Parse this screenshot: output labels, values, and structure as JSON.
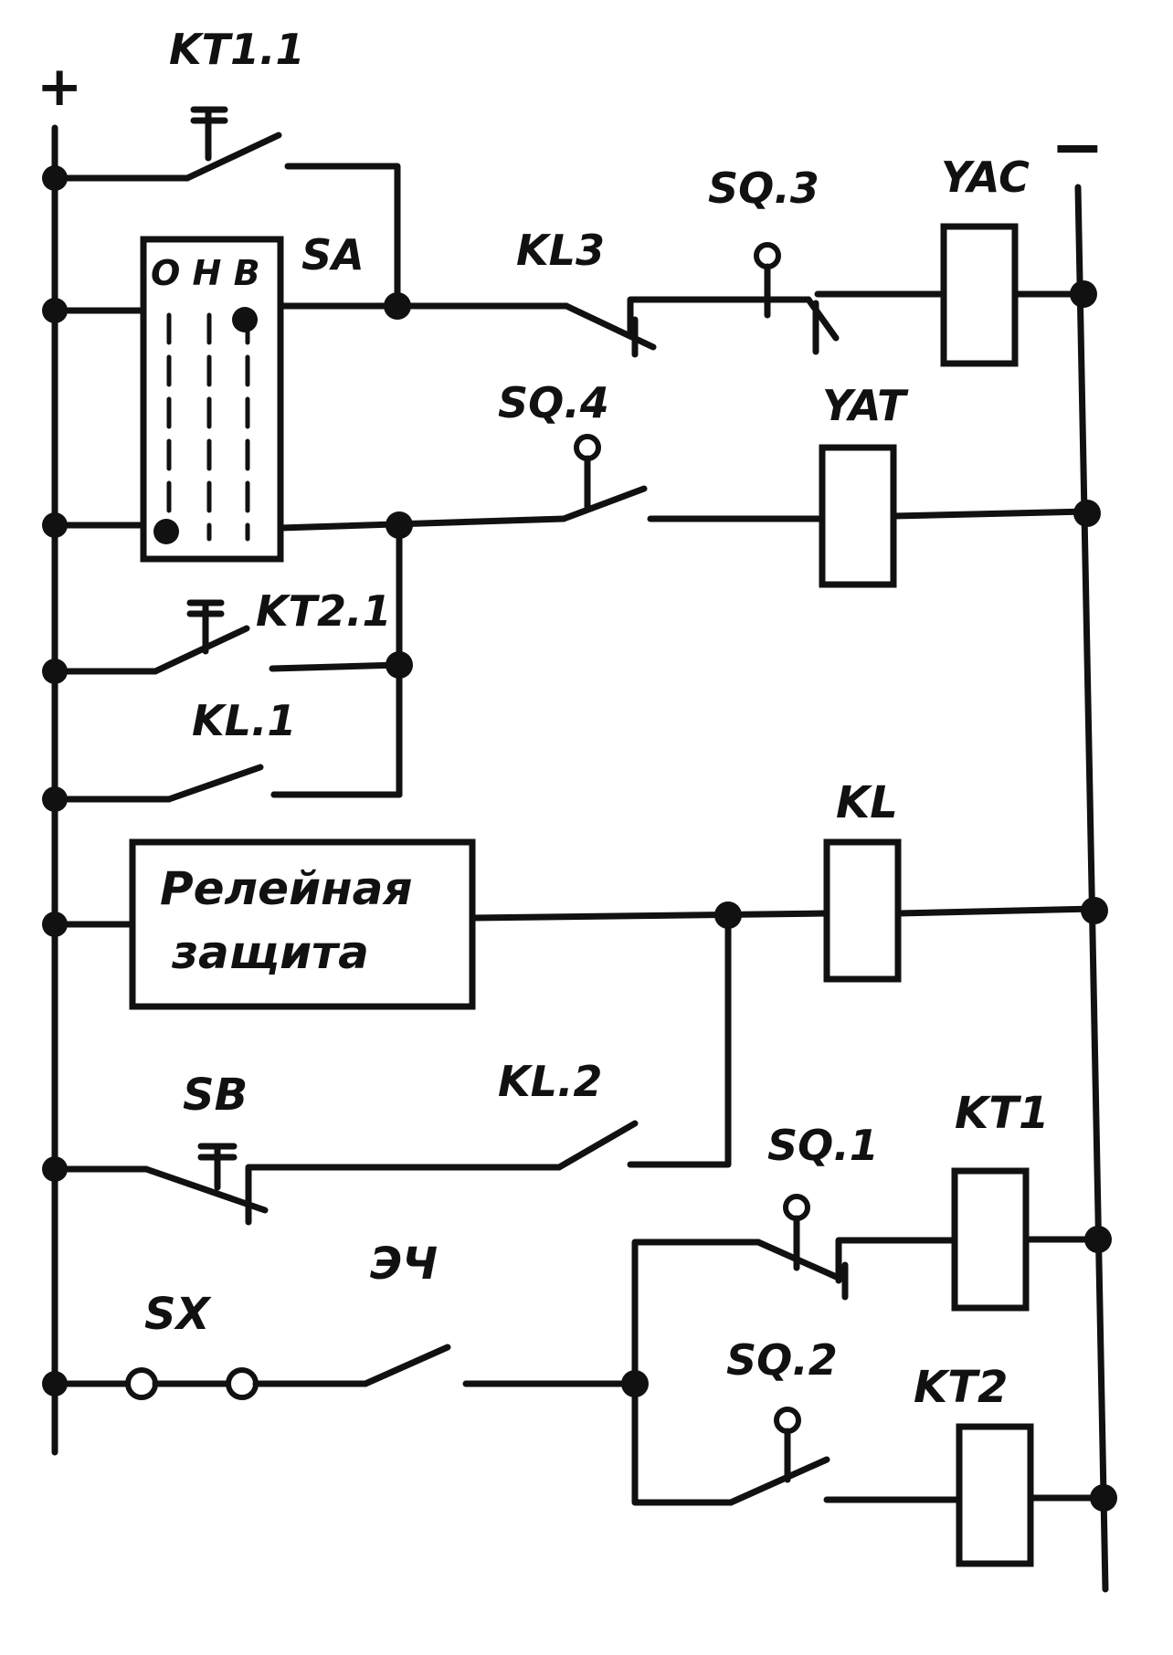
{
  "rails": {
    "plus": "+",
    "minus": "−"
  },
  "labels": {
    "kt1_1": "KT1.1",
    "sa": "SA",
    "sa_positions": "О Н В",
    "kl3": "KL3",
    "sq3": "SQ.3",
    "yac": "YAC",
    "sq4": "SQ.4",
    "yat": "YAT",
    "kt2_1": "KT2.1",
    "kl1": "KL.1",
    "kl": "KL",
    "relay_line1": "Релейная",
    "relay_line2": "защита",
    "sb": "SB",
    "kl2": "KL.2",
    "sq1": "SQ.1",
    "kt1": "KT1",
    "sx": "SX",
    "ech": "ЭЧ",
    "sq2": "SQ.2",
    "kt2": "KT2"
  },
  "colors": {
    "ink": "#111111",
    "paper": "#ffffff"
  }
}
